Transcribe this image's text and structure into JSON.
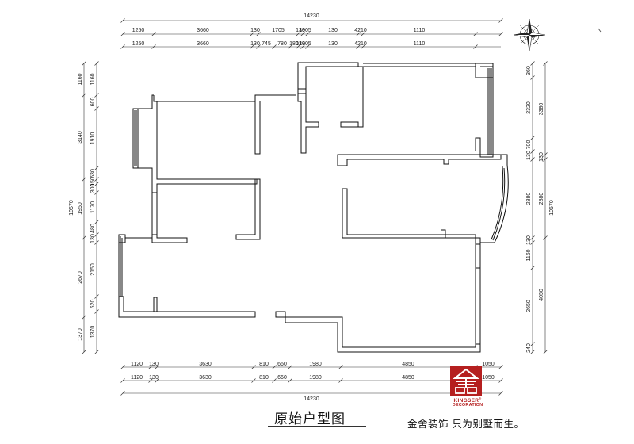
{
  "title": "原始户型图",
  "slogan": "金舍装饰 只为别墅而生。",
  "brand": {
    "name": "KINGSER",
    "registered": "®",
    "sub": "DECORATION",
    "color": "#b51f1f"
  },
  "compass_icon": "compass-rose-icon",
  "dimensions": {
    "top_total": "14230",
    "top_row1": [
      "1250",
      "3660",
      "130",
      "1705",
      "130",
      "1905",
      "130",
      "4210",
      "1110"
    ],
    "top_row2": [
      "1250",
      "3660",
      "130",
      "745",
      "780",
      "180",
      "130",
      "1905",
      "130",
      "4210",
      "1110"
    ],
    "bottom_row1": [
      "1120",
      "130",
      "3630",
      "810",
      "660",
      "1980",
      "4850",
      "1050"
    ],
    "bottom_row2": [
      "1120",
      "130",
      "3630",
      "810",
      "660",
      "1980",
      "4850",
      "1050"
    ],
    "bottom_total": "14230",
    "left_total": "10570",
    "left_outer": [
      "1160",
      "3140",
      "1950",
      "2670",
      "1370"
    ],
    "left_inner": [
      "1160",
      "600",
      "1910",
      "630",
      "150",
      "300",
      "1170",
      "480",
      "130",
      "2150",
      "520",
      "1370"
    ],
    "right_total": "10570",
    "right_outer": [
      "3380",
      "130",
      "2880",
      "4050"
    ],
    "right_inner": [
      "360",
      "2320",
      "700",
      "130",
      "2880",
      "130",
      "1160",
      "2650",
      "240"
    ]
  }
}
